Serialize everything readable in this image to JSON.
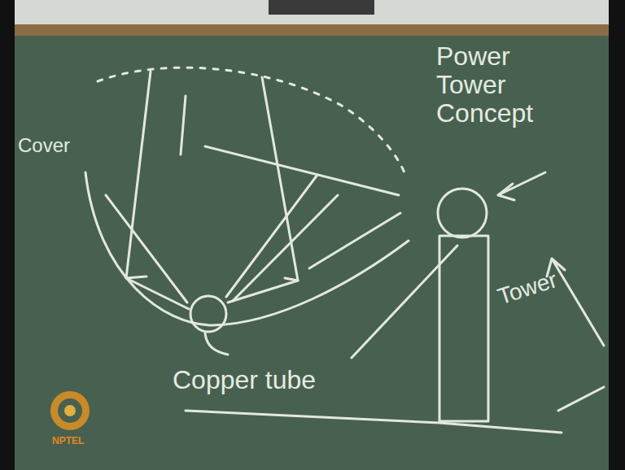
{
  "diagram": {
    "labels": [
      "Cover",
      "Power Tower Concept",
      "Copper tube",
      "Tower",
      "NPTEL"
    ]
  }
}
